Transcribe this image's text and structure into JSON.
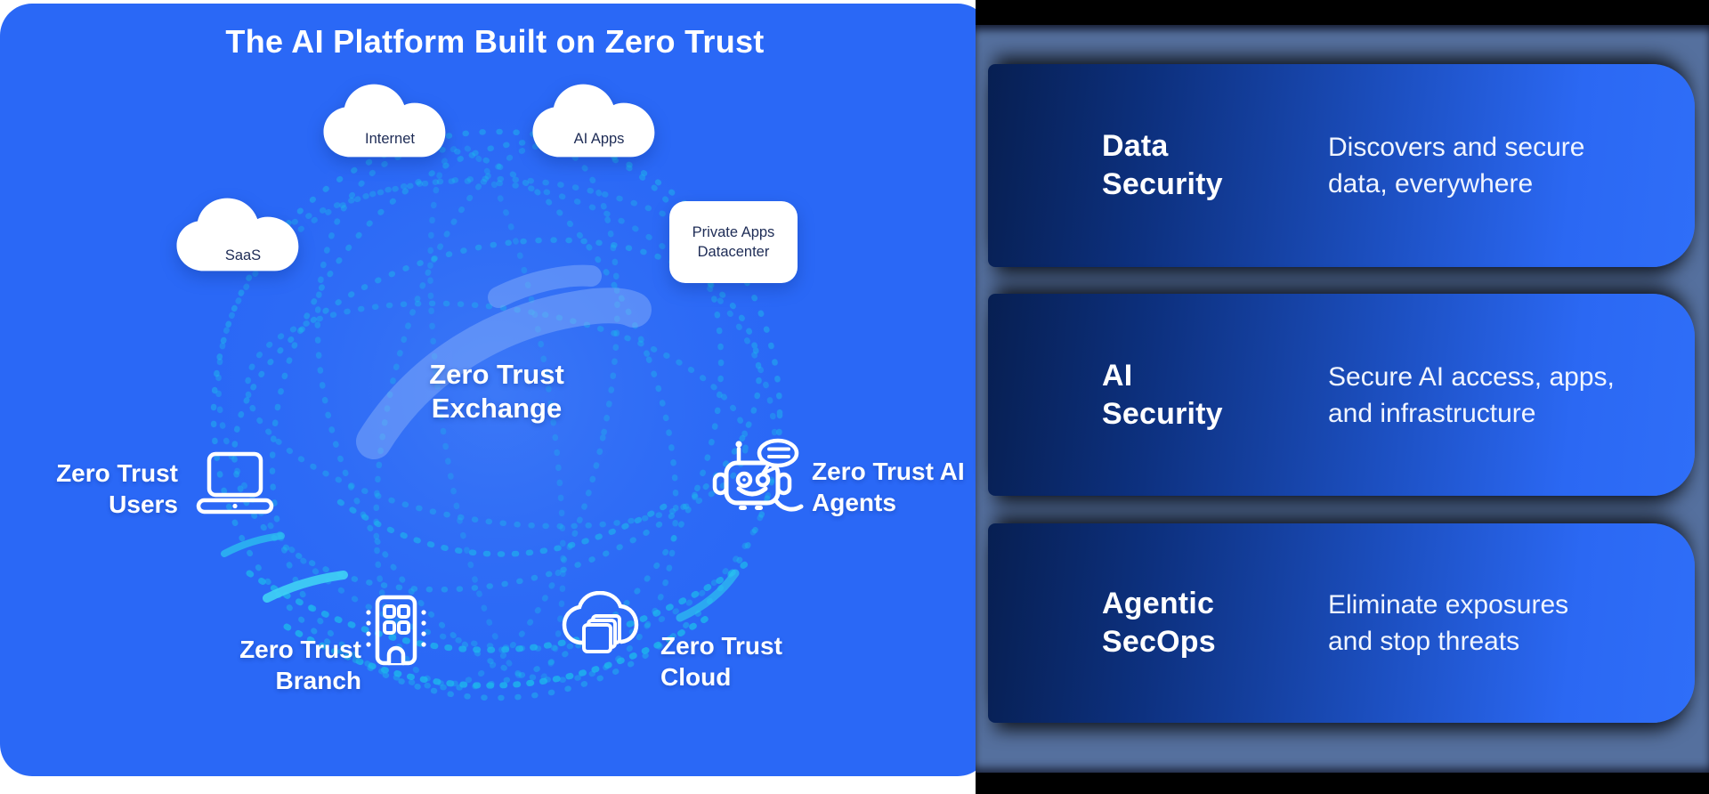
{
  "diagram": {
    "title": "The AI Platform Built on Zero Trust",
    "clouds": [
      {
        "label": "Internet"
      },
      {
        "label": "AI Apps"
      },
      {
        "label": "SaaS"
      }
    ],
    "private_apps": {
      "line1": "Private Apps",
      "line2": "Datacenter"
    },
    "center": {
      "line1": "Zero Trust",
      "line2": "Exchange"
    },
    "nodes": [
      {
        "id": "users",
        "line1": "Zero Trust",
        "line2": "Users",
        "icon": "laptop-icon"
      },
      {
        "id": "ai-agents",
        "line1": "Zero Trust AI",
        "line2": "Agents",
        "icon": "robot-icon"
      },
      {
        "id": "branch",
        "line1": "Zero Trust",
        "line2": "Branch",
        "icon": "building-icon"
      },
      {
        "id": "cloud",
        "line1": "Zero Trust",
        "line2": "Cloud",
        "icon": "cloud-stack-icon"
      }
    ]
  },
  "cards": [
    {
      "title_line1": "Data",
      "title_line2": "Security",
      "desc_line1": "Discovers and secure",
      "desc_line2": "data, everywhere"
    },
    {
      "title_line1": "AI",
      "title_line2": "Security",
      "desc_line1": "Secure AI access, apps,",
      "desc_line2": "and infrastructure"
    },
    {
      "title_line1": "Agentic",
      "title_line2": "SecOps",
      "desc_line1": "Eliminate exposures",
      "desc_line2": "and stop threats"
    }
  ],
  "colors": {
    "panel_blue": "#2a68f6",
    "dot_cyan": "#1db7ec",
    "streak_cyan": "#3fd2f5",
    "slate": "#55709e",
    "background_black": "#000000",
    "card_gradient_start": "#071f52",
    "card_gradient_end": "#2f6ef8",
    "cloud_text_navy": "#1e2c56",
    "text_white": "#ffffff"
  }
}
